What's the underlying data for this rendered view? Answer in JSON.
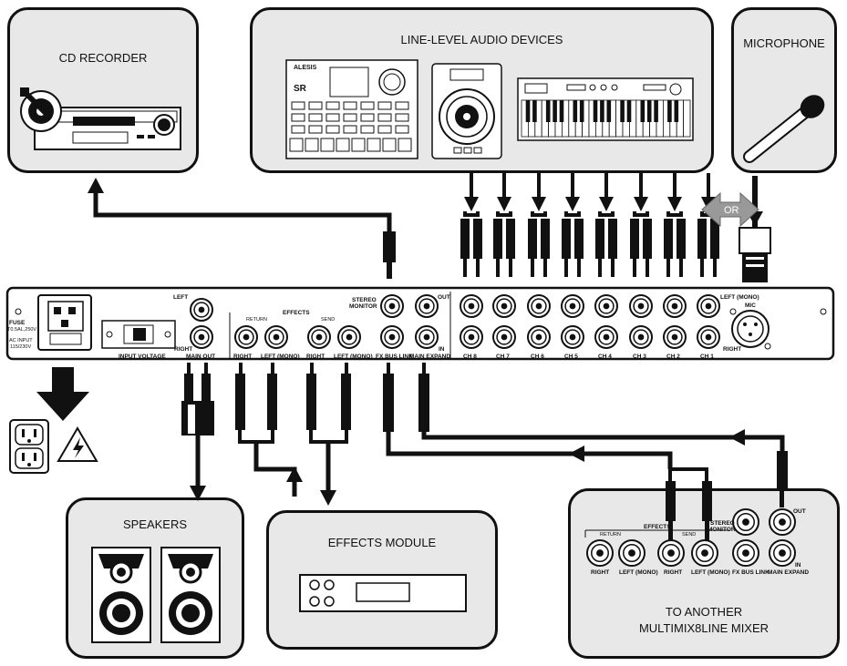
{
  "devices": {
    "cd_recorder": "CD RECORDER",
    "line_level": "LINE-LEVEL AUDIO DEVICES",
    "microphone": "MICROPHONE",
    "speakers": "SPEAKERS",
    "effects_module": "EFFECTS MODULE",
    "another_mixer_line1": "TO ANOTHER",
    "another_mixer_line2": "MULTIMIX8LINE MIXER"
  },
  "mixer_panel": {
    "fuse": "FUSE",
    "fuse_rating": "T0.5AL,250V",
    "ac_input": "AC INPUT",
    "ac_voltage": "115/230V",
    "input_voltage": "INPUT VOLTAGE",
    "left": "LEFT",
    "right": "RIGHT",
    "main_out": "MAIN OUT",
    "effects": "EFFECTS",
    "return": "RETURN",
    "send": "SEND",
    "left_mono": "LEFT (MONO)",
    "stereo": "STEREO",
    "monitor": "MONITOR",
    "fx_bus_link": "FX BUS LINK",
    "main_expand": "MAIN EXPAND",
    "out": "OUT",
    "in": "IN",
    "mic": "MIC",
    "channels": [
      "CH 8",
      "CH 7",
      "CH 6",
      "CH 5",
      "CH 4",
      "CH 3",
      "CH 2",
      "CH 1"
    ]
  },
  "or_label": "OR",
  "brand_logo": "ALESIS",
  "brand_model": "SR"
}
